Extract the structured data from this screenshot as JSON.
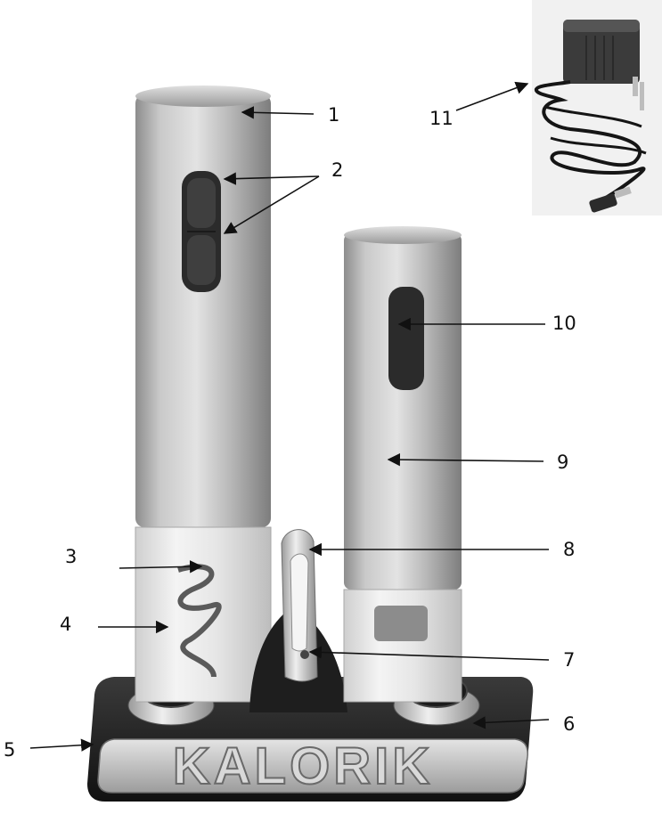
{
  "brand": "KALORIK",
  "callouts": [
    {
      "id": "1",
      "label": "1"
    },
    {
      "id": "2",
      "label": "2"
    },
    {
      "id": "3",
      "label": "3"
    },
    {
      "id": "4",
      "label": "4"
    },
    {
      "id": "5",
      "label": "5"
    },
    {
      "id": "6",
      "label": "6"
    },
    {
      "id": "7",
      "label": "7"
    },
    {
      "id": "8",
      "label": "8"
    },
    {
      "id": "9",
      "label": "9"
    },
    {
      "id": "10",
      "label": "10"
    },
    {
      "id": "11",
      "label": "11"
    }
  ],
  "colors": {
    "steel_light": "#d8d8d8",
    "steel_dark": "#8a8a8a",
    "button": "#2a2a2a",
    "base": "#1c1c1c",
    "plate": "#b9b9b9",
    "text": "#111111"
  }
}
